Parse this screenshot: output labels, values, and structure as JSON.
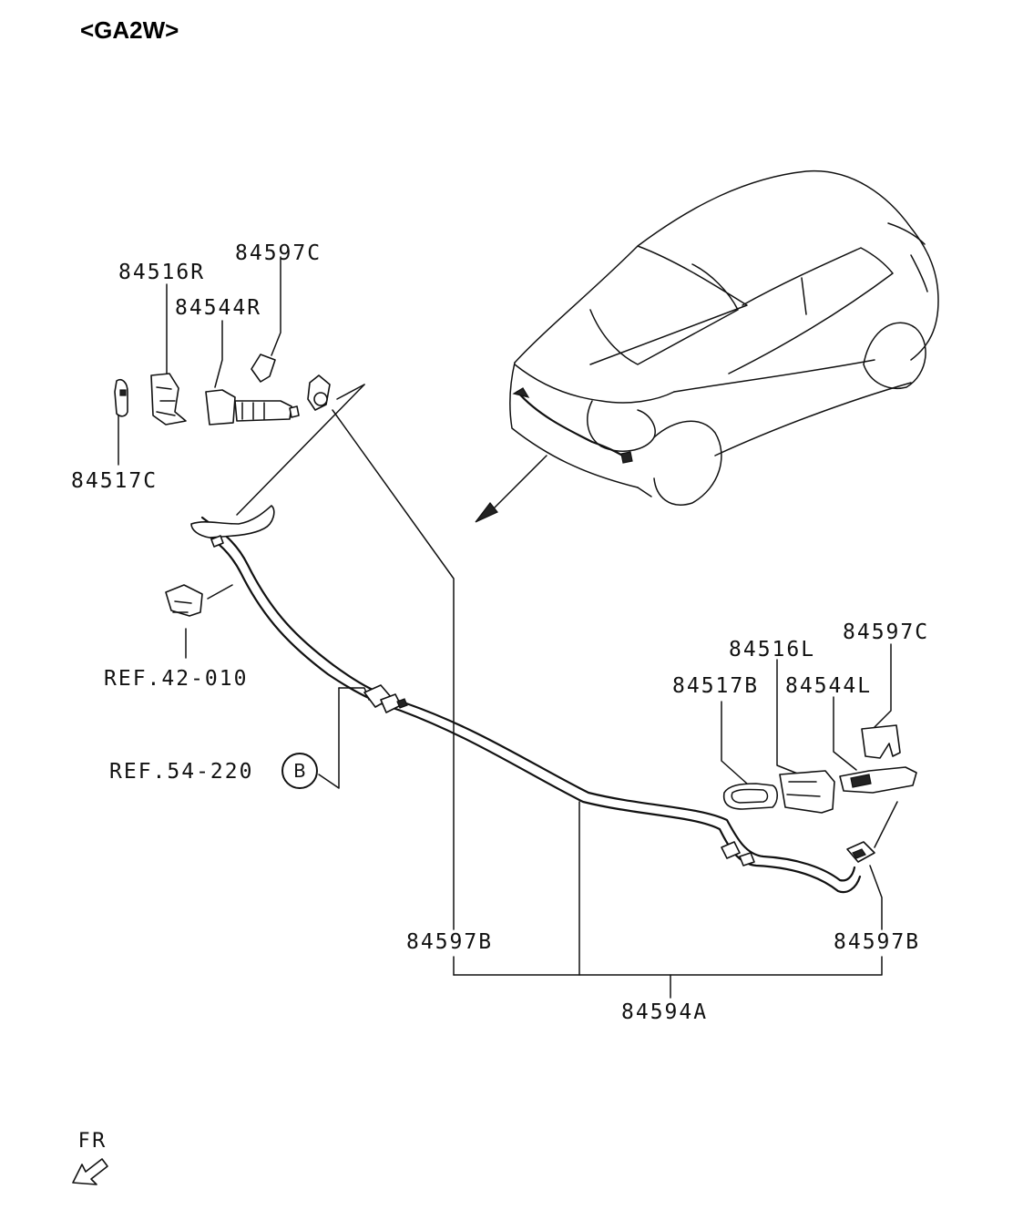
{
  "title": "<GA2W>",
  "labels": {
    "p84597C_top": "84597C",
    "p84516R": "84516R",
    "p84544R": "84544R",
    "p84517C": "84517C",
    "ref_42_010": "REF.42-010",
    "ref_54_220": "REF.54-220",
    "ref_circle": "B",
    "p84597C_right": "84597C",
    "p84516L": "84516L",
    "p84517B": "84517B",
    "p84544L": "84544L",
    "p84597B_left": "84597B",
    "p84597B_right": "84597B",
    "p84594A": "84594A",
    "fr": "FR"
  }
}
